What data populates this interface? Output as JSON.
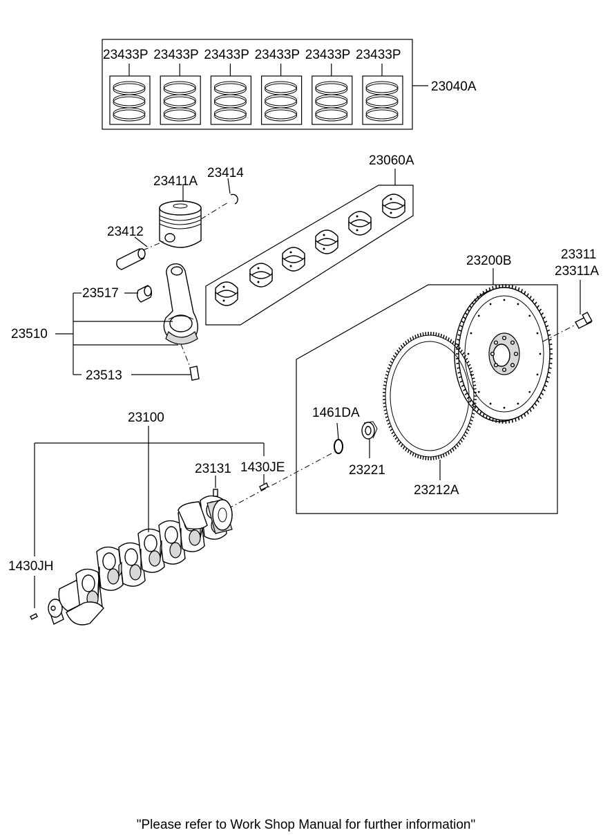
{
  "labels": {
    "ring_box": [
      "23433P",
      "23433P",
      "23433P",
      "23433P",
      "23433P",
      "23433P"
    ],
    "ring_set": "23040A",
    "bearing_set": "23060A",
    "piston": "23411A",
    "snap_ring": "23414",
    "pin": "23412",
    "bushing": "23517",
    "conrod": "23510",
    "bolt": "23513",
    "flywheel": "23200B",
    "flywheel_bolt_1": "23311",
    "flywheel_bolt_2": "23311A",
    "crankshaft": "23100",
    "snap_1461": "1461DA",
    "bearing_23221": "23221",
    "ring_gear": "23212A",
    "key": "23131",
    "pin_je": "1430JE",
    "pin_jh": "1430JH"
  },
  "footer": "\"Please refer to Work Shop Manual for further information\""
}
